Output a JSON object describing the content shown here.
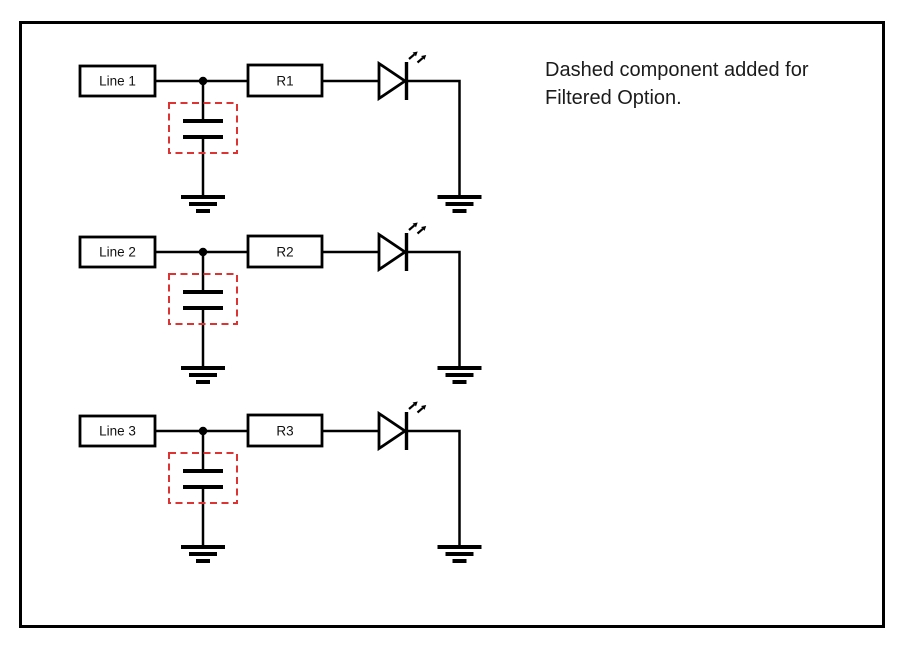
{
  "annotation": {
    "line1": "Dashed component added for",
    "line2": "Filtered Option.",
    "color": "#1b1b1b"
  },
  "rows": [
    {
      "line_label": "Line 1",
      "resistor_label": "R1"
    },
    {
      "line_label": "Line 2",
      "resistor_label": "R2"
    },
    {
      "line_label": "Line 3",
      "resistor_label": "R3"
    }
  ],
  "colors": {
    "wire": "#000000",
    "filter_highlight": "#dd3333",
    "background": "#ffffff",
    "frame_border": "#000000"
  },
  "icons": {
    "ground": "earth-ground-symbol",
    "led": "led-diode-with-emission-arrows",
    "capacitor": "capacitor-symbol",
    "junction": "wire-junction-dot"
  }
}
